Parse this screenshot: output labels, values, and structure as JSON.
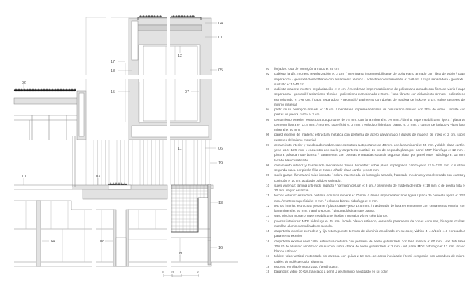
{
  "drawing": {
    "labels": {
      "l01": "01",
      "l02": "02",
      "l03": "03",
      "l04": "04",
      "l05": "05",
      "l06": "06",
      "l07": "07",
      "l08": "08",
      "l09": "09",
      "l10": "10",
      "l11": "11",
      "l12": "12",
      "l13": "13",
      "l14": "14",
      "l15": "15",
      "l16": "16",
      "l17": "17",
      "l18": "18",
      "l19": "19"
    },
    "scale": [
      "0",
      "0.5",
      "1",
      "2"
    ]
  },
  "legend": [
    {
      "n": "01",
      "t": "forjados: losa de hormigón armado e: 25 cm."
    },
    {
      "n": "02",
      "t": "cubierta jardín: mortero regularización e: 2 cm. / membrana impermeabilizante de poliuretano armado con fibra de vidrio / capa separadora - geotextil / losa filtrante con aislamiento térmico - poliestireno extrusionado e: 3+8 cm. / capa separadora - geotextil / sustrato e: 10-40 cm."
    },
    {
      "n": "03",
      "t": "cubierta madera: mortero regularización e: 2 cm. / membrana impermeabilizante de poliuretano armado con fibra de vidrio / capa separadora - geotextil / aislamiento térmico - poliestireno extrusionado e: 5 cm. / losa filtrante con aislamiento térmico - poliestireno extrusionado e: 3+8 cm. / capa separadora - geotextil / pavimento con duelas de madera de iroko e: 2 cm. sobre rastreles del mismo material."
    },
    {
      "n": "04",
      "t": "pretil: muro hormigón armado e: 15 cm. / membrana impermeabilizante de poliuretano armado con fibra de vidrio / remate con piezas de piedra caliza e: 2 cm."
    },
    {
      "n": "05",
      "t": "cerramiento exterior: estructura autoportante de 75 mm. con lana mineral e: 70 mm. / lámina impermeabilizante ligera / placa de cemento ligera e: 12.5 mm. / mortero superficial e: 3 mm. / enlucido hidrofugo blanco e: 3 mm. / cantos de forjado y vigas lana mineral e: 30 mm."
    },
    {
      "n": "06",
      "t": "pared exterior de madera: estructura metálica con perfilería de acero galvanizado / duelas de madera de iroko e: 2 cm. sobre rastreles del mismo material."
    },
    {
      "n": "07",
      "t": "cerramiento interior y trasdosado medianeras: estructura autoportante de 48 mm. con lana mineral e: 45 mm. y doble placa cartón-yeso 12.5+12.5 mm. / encuentro con suelo y carpintería sustituir 15 cm de segunda placa por panel MDF hidrofugo e: 12 mm. / pintura plástica mate blanca / paramentos con puertas enrasadas sustituir segunda placa por panel MDF hidrofugo e: 12 mm. lacado blanco satinado."
    },
    {
      "n": "08",
      "t": "cerramiento interior y trasdosado medianeras zonas húmedas: doble placa impregnada cartón-yeso 12.5+12.5 mm. / sustituir segunda placa por piedra filita e: 2 cm o añadir placa cartón-yeso 8 mm."
    },
    {
      "n": "09",
      "t": "suelo garaje: lámina anti-ruido impacto / solera maestreada de hormigón armado, fratasado mecánico y espolvoreado con cuarzo y corindón e: 10 cm. acabado pulido y satinado."
    },
    {
      "n": "10",
      "t": "suelo vivienda: lámina anti-ruido impacto / hormigón celular e: 8 cm. / pavimento de madera de roble e: 19 mm. o de piedra filita e: 20 mm. según estancia."
    },
    {
      "n": "11",
      "t": "techos exterior: estructura portante con lana mineral e: 70 mm. / lámina impermeabilizante ligera / placa de cemento ligera e: 12.5 mm. / mortero superficial e: 3 mm. / enlucido blanco hidrofugo e: 3 mm."
    },
    {
      "n": "12",
      "t": "techos interior: estructura portante / placa cartón-yeso 12.5 mm. / trasdosado de losa en encuentro con cerramiento exterior con lana mineral e: 50 mm. y ancho 60 cm. / pintura plástica mate blanca."
    },
    {
      "n": "13",
      "t": "vaso piscina: mortero impermeabilizante flexible / mosaico vítreo color blanco."
    },
    {
      "n": "14",
      "t": "puertas interiores: MDF hidrofugo e: 45 mm. lacado blanco satinado, enrasado paramento de zonas comunes, bisagras ocultas, manillas aluminio anodizado en su color."
    },
    {
      "n": "15",
      "t": "carpintería exterior: corredera y fija rotura puente térmico de aluminio anodizado en su color, vidrios 4+4.6/16/4+4.1 enrasada a paramento exterior."
    },
    {
      "n": "16",
      "t": "carpintería exterior nivel calle: estructura metálica con perfilería de acero galvanizada con lana mineral e: 60 mm. / ext. tubulares 100.20 de aluminio anodizado en su color sobre chapa de acero galvanizada e: 2 mm. / int. panel MDF hidrofugo e: 12 mm. lacado blanco satinado."
    },
    {
      "n": "17",
      "t": "toldos: toldo vertical motorizado sin carcasa con guías ø 10 mm. de acero inoxidable / textil composite con armadura de micro-cables de poliéster color aluminio."
    },
    {
      "n": "18",
      "t": "estores: enrollable motorizado / textil opaco."
    },
    {
      "n": "19",
      "t": "barandas: vidrio 10+10.2 anclado a perfil U de aluminio anodizado en su color."
    }
  ]
}
